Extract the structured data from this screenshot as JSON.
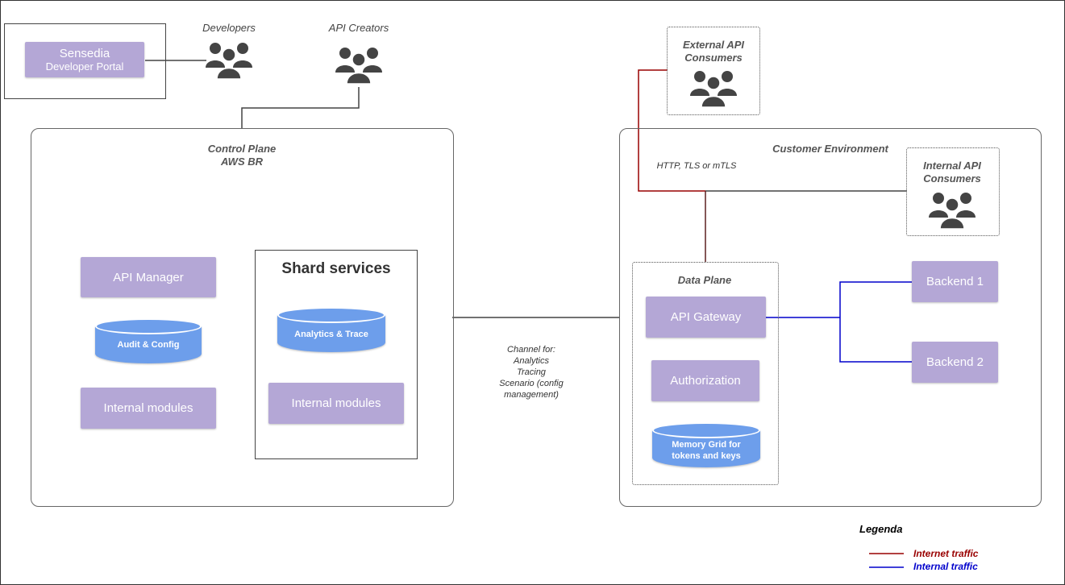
{
  "portal": {
    "title": "Sensedia",
    "subtitle": "Developer Portal"
  },
  "actors": {
    "developers": "Developers",
    "api_creators": "API Creators",
    "external_consumers": "External API Consumers",
    "internal_consumers": "Internal API Consumers"
  },
  "control_plane": {
    "title": "Control Plane",
    "subtitle": "AWS BR",
    "api_manager": "API Manager",
    "audit_config": "Audit & Config",
    "internal_modules": "Internal modules"
  },
  "shard": {
    "title": "Shard services",
    "analytics": "Analytics & Trace",
    "internal_modules": "Internal modules"
  },
  "channel": {
    "line1": "Channel  for:",
    "line2": "Analytics",
    "line3": "Tracing",
    "line4": "Scenario (config",
    "line5": "management)"
  },
  "customer_env": {
    "title": "Customer Environment",
    "protocols": "HTTP, TLS or mTLS"
  },
  "data_plane": {
    "title": "Data Plane",
    "api_gateway": "API Gateway",
    "authorization": "Authorization",
    "memory_grid": "Memory Grid for tokens and keys"
  },
  "backends": {
    "backend1": "Backend 1",
    "backend2": "Backend 2"
  },
  "legend": {
    "title": "Legenda",
    "internet": "Internet traffic",
    "internal": "Internal traffic",
    "internet_color": "#990000",
    "internal_color": "#0000cc"
  },
  "icons": {
    "group": "user-group-icon"
  }
}
